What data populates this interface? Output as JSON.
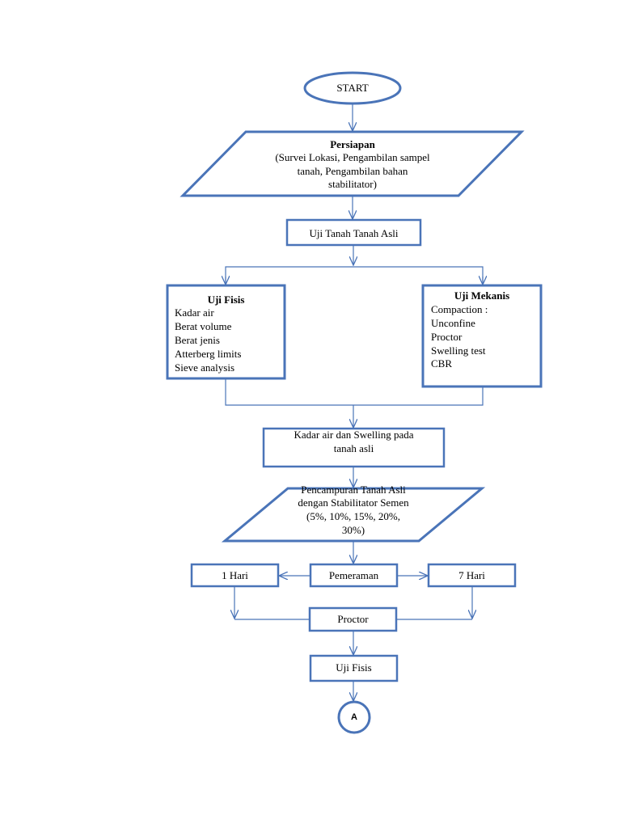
{
  "colors": {
    "stroke": "#4a74b8",
    "fill": "#ffffff",
    "text": "#000000"
  },
  "start": {
    "label": "START"
  },
  "persiapan": {
    "title": "Persiapan",
    "line1": "(Survei Lokasi, Pengambilan sampel",
    "line2": "tanah, Pengambilan bahan",
    "line3": "stabilitator)"
  },
  "uji_tanah": {
    "label": "Uji Tanah Tanah Asli"
  },
  "uji_fisis": {
    "title": "Uji Fisis",
    "items": [
      "Kadar air",
      "Berat volume",
      "Berat jenis",
      "Atterberg limits",
      "Sieve analysis"
    ]
  },
  "uji_mekanis": {
    "title": "Uji Mekanis",
    "items": [
      "Compaction :",
      "Unconfine",
      "Proctor",
      "Swelling test",
      "CBR"
    ]
  },
  "kadar": {
    "line1": "Kadar air dan Swelling pada",
    "line2": "tanah asli"
  },
  "pencampuran": {
    "line1": "Pencampuran Tanah Asli",
    "line2": "dengan Stabilitator Semen",
    "line3": "(5%, 10%, 15%, 20%,",
    "line4": "30%)"
  },
  "hari1": {
    "label": "1 Hari"
  },
  "pemeraman": {
    "label": "Pemeraman"
  },
  "hari7": {
    "label": "7 Hari"
  },
  "proctor": {
    "label": "Proctor"
  },
  "uji_fisis2": {
    "label": "Uji Fisis"
  },
  "connector": {
    "label": "A"
  }
}
